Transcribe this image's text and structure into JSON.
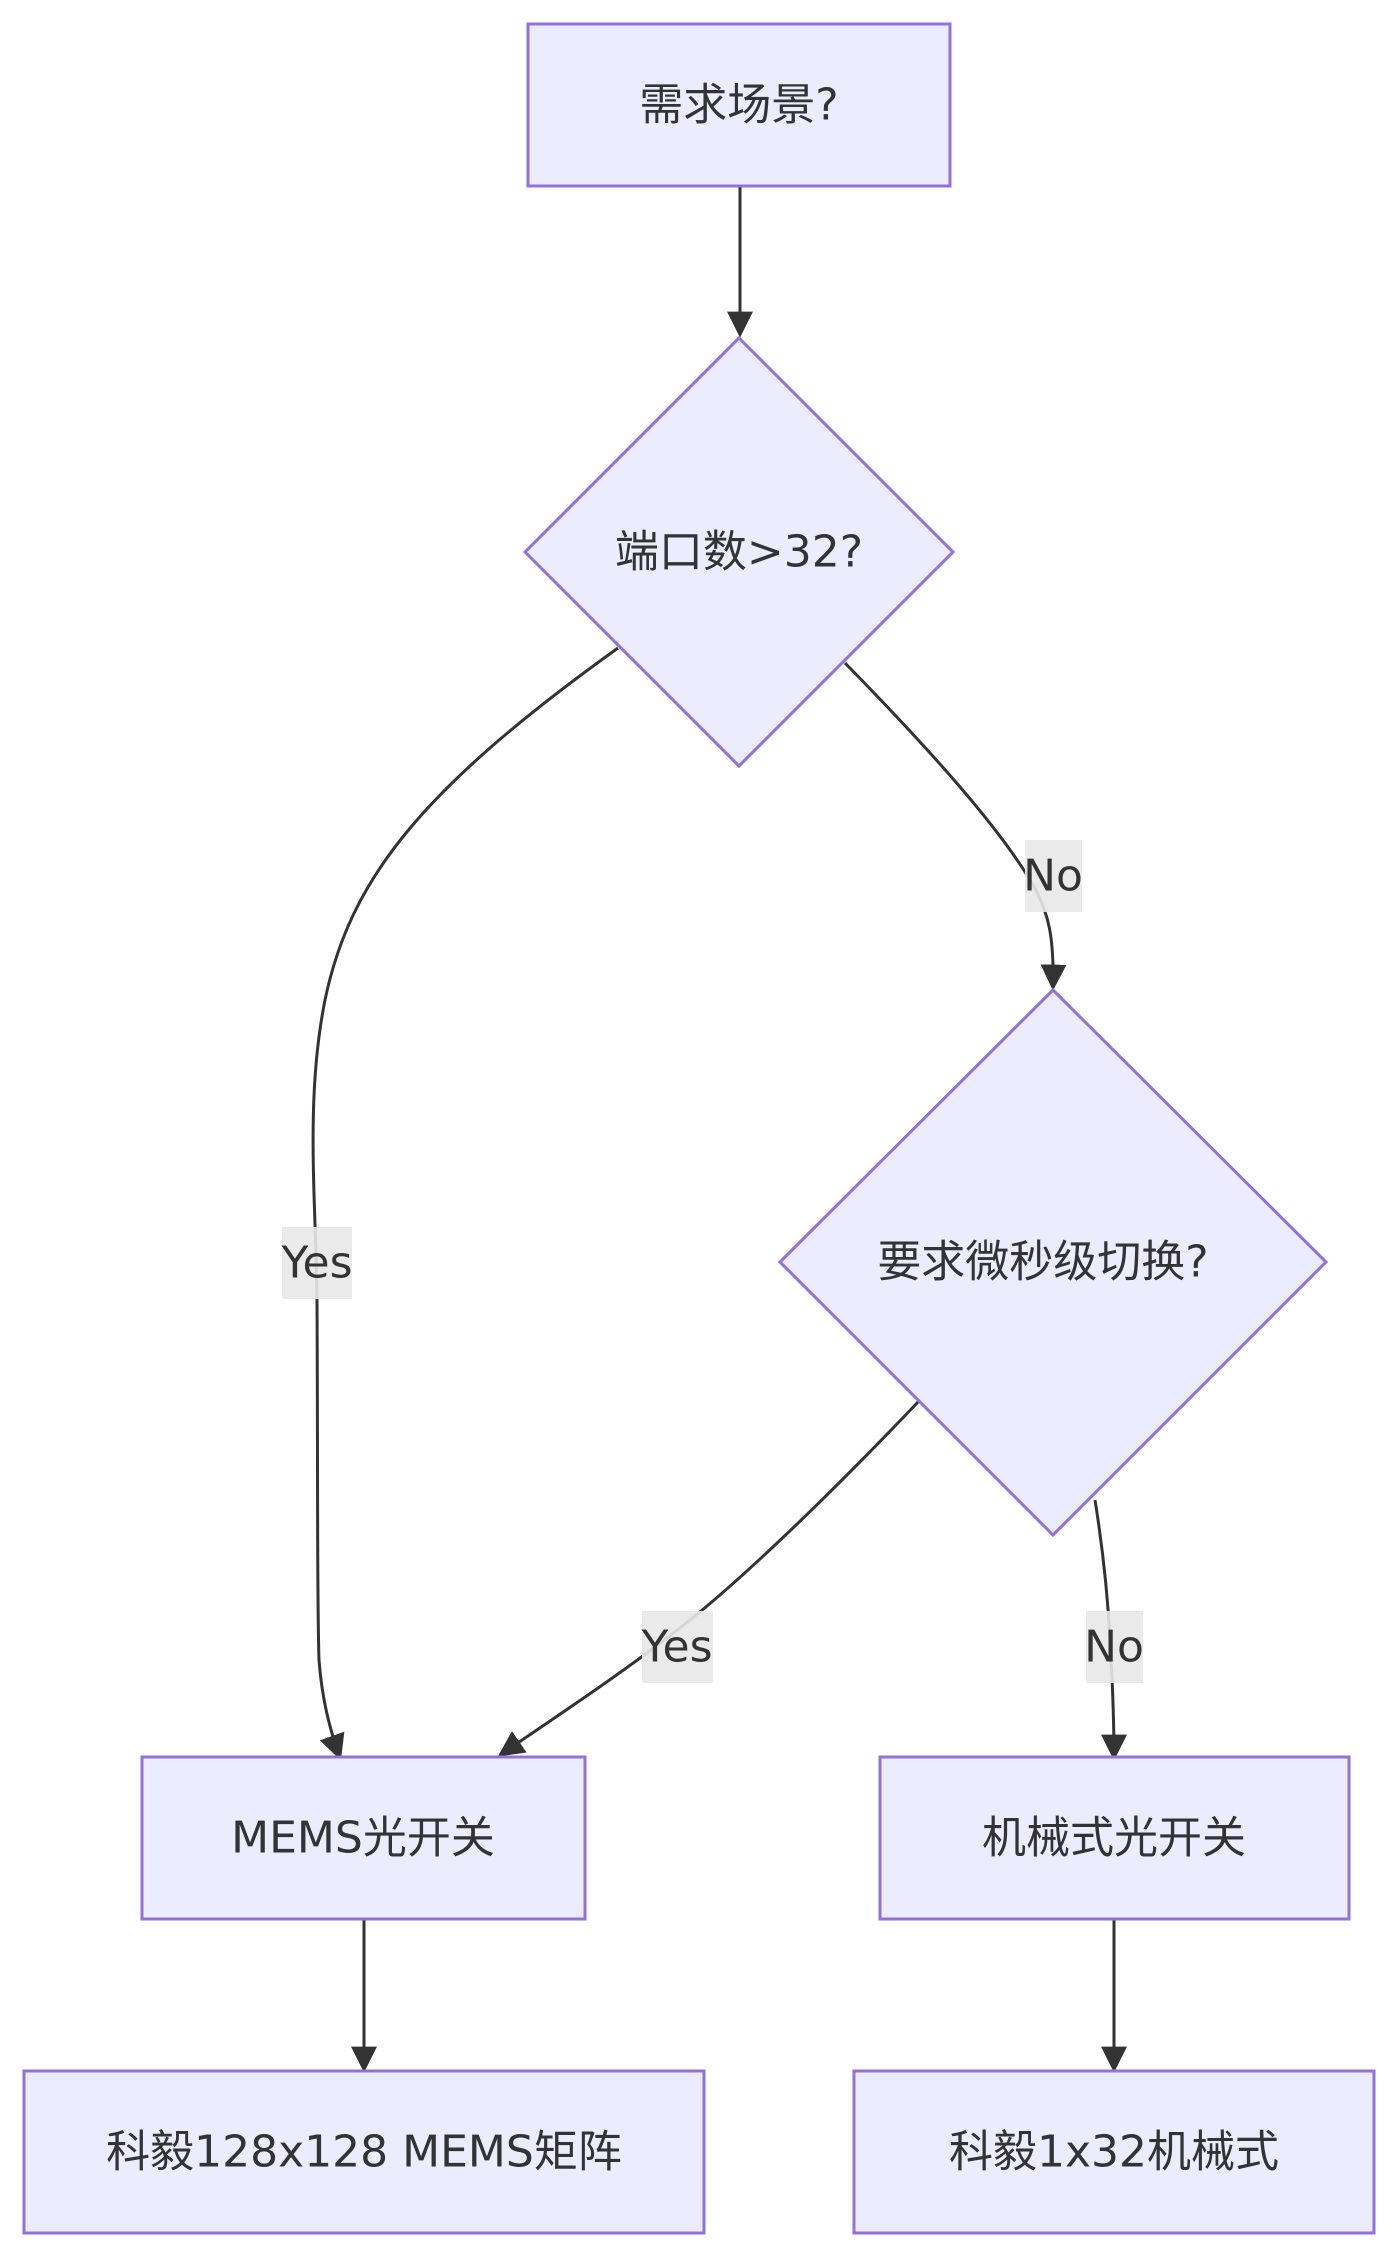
{
  "diagram": {
    "type": "flowchart",
    "colors": {
      "node_fill": "#ECECFF",
      "node_stroke": "#9370DB",
      "edge": "#333333",
      "text": "#333333",
      "edge_label_bg": "#E8E8E8"
    },
    "nodes": {
      "start": "需求场景?",
      "ports": "端口数>32?",
      "speed": "要求微秒级切换?",
      "mems": "MEMS光开关",
      "mech": "机械式光开关",
      "mems_product": "科毅128x128 MEMS矩阵",
      "mech_product": "科毅1x32机械式"
    },
    "edges": {
      "ports_yes": "Yes",
      "ports_no": "No",
      "speed_yes": "Yes",
      "speed_no": "No"
    }
  }
}
